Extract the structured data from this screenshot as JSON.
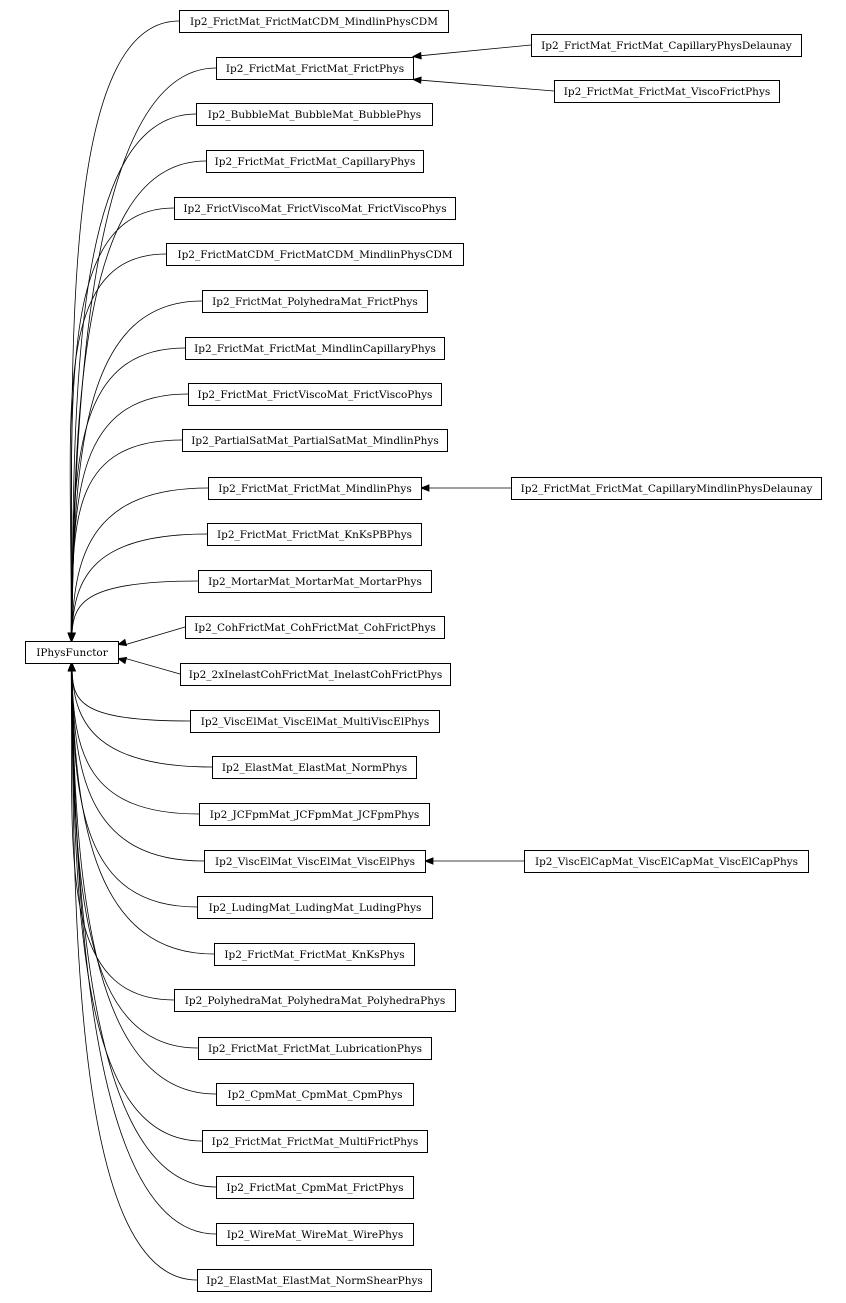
{
  "diagram": {
    "root": {
      "id": "root",
      "label": "IPhysFunctor"
    },
    "children": [
      {
        "id": "c0",
        "label": "Ip2_FrictMat_FrictMatCDM_MindlinPhysCDM"
      },
      {
        "id": "c1",
        "label": "Ip2_FrictMat_FrictMat_FrictPhys"
      },
      {
        "id": "c2",
        "label": "Ip2_BubbleMat_BubbleMat_BubblePhys"
      },
      {
        "id": "c3",
        "label": "Ip2_FrictMat_FrictMat_CapillaryPhys"
      },
      {
        "id": "c4",
        "label": "Ip2_FrictViscoMat_FrictViscoMat_FrictViscoPhys"
      },
      {
        "id": "c5",
        "label": "Ip2_FrictMatCDM_FrictMatCDM_MindlinPhysCDM"
      },
      {
        "id": "c6",
        "label": "Ip2_FrictMat_PolyhedraMat_FrictPhys"
      },
      {
        "id": "c7",
        "label": "Ip2_FrictMat_FrictMat_MindlinCapillaryPhys"
      },
      {
        "id": "c8",
        "label": "Ip2_FrictMat_FrictViscoMat_FrictViscoPhys"
      },
      {
        "id": "c9",
        "label": "Ip2_PartialSatMat_PartialSatMat_MindlinPhys"
      },
      {
        "id": "c10",
        "label": "Ip2_FrictMat_FrictMat_MindlinPhys"
      },
      {
        "id": "c11",
        "label": "Ip2_FrictMat_FrictMat_KnKsPBPhys"
      },
      {
        "id": "c12",
        "label": "Ip2_MortarMat_MortarMat_MortarPhys"
      },
      {
        "id": "c13",
        "label": "Ip2_CohFrictMat_CohFrictMat_CohFrictPhys"
      },
      {
        "id": "c14",
        "label": "Ip2_2xInelastCohFrictMat_InelastCohFrictPhys"
      },
      {
        "id": "c15",
        "label": "Ip2_ViscElMat_ViscElMat_MultiViscElPhys"
      },
      {
        "id": "c16",
        "label": "Ip2_ElastMat_ElastMat_NormPhys"
      },
      {
        "id": "c17",
        "label": "Ip2_JCFpmMat_JCFpmMat_JCFpmPhys"
      },
      {
        "id": "c18",
        "label": "Ip2_ViscElMat_ViscElMat_ViscElPhys"
      },
      {
        "id": "c19",
        "label": "Ip2_LudingMat_LudingMat_LudingPhys"
      },
      {
        "id": "c20",
        "label": "Ip2_FrictMat_FrictMat_KnKsPhys"
      },
      {
        "id": "c21",
        "label": "Ip2_PolyhedraMat_PolyhedraMat_PolyhedraPhys"
      },
      {
        "id": "c22",
        "label": "Ip2_FrictMat_FrictMat_LubricationPhys"
      },
      {
        "id": "c23",
        "label": "Ip2_CpmMat_CpmMat_CpmPhys"
      },
      {
        "id": "c24",
        "label": "Ip2_FrictMat_FrictMat_MultiFrictPhys"
      },
      {
        "id": "c25",
        "label": "Ip2_FrictMat_CpmMat_FrictPhys"
      },
      {
        "id": "c26",
        "label": "Ip2_WireMat_WireMat_WirePhys"
      },
      {
        "id": "c27",
        "label": "Ip2_ElastMat_ElastMat_NormShearPhys"
      }
    ],
    "grandchildren": [
      {
        "id": "g0",
        "label": "Ip2_FrictMat_FrictMat_CapillaryPhysDelaunay",
        "parent": "c1"
      },
      {
        "id": "g1",
        "label": "Ip2_FrictMat_FrictMat_ViscoFrictPhys",
        "parent": "c1"
      },
      {
        "id": "g2",
        "label": "Ip2_FrictMat_FrictMat_CapillaryMindlinPhysDelaunay",
        "parent": "c10"
      },
      {
        "id": "g3",
        "label": "Ip2_ViscElCapMat_ViscElCapMat_ViscElCapPhys",
        "parent": "c18"
      }
    ]
  }
}
